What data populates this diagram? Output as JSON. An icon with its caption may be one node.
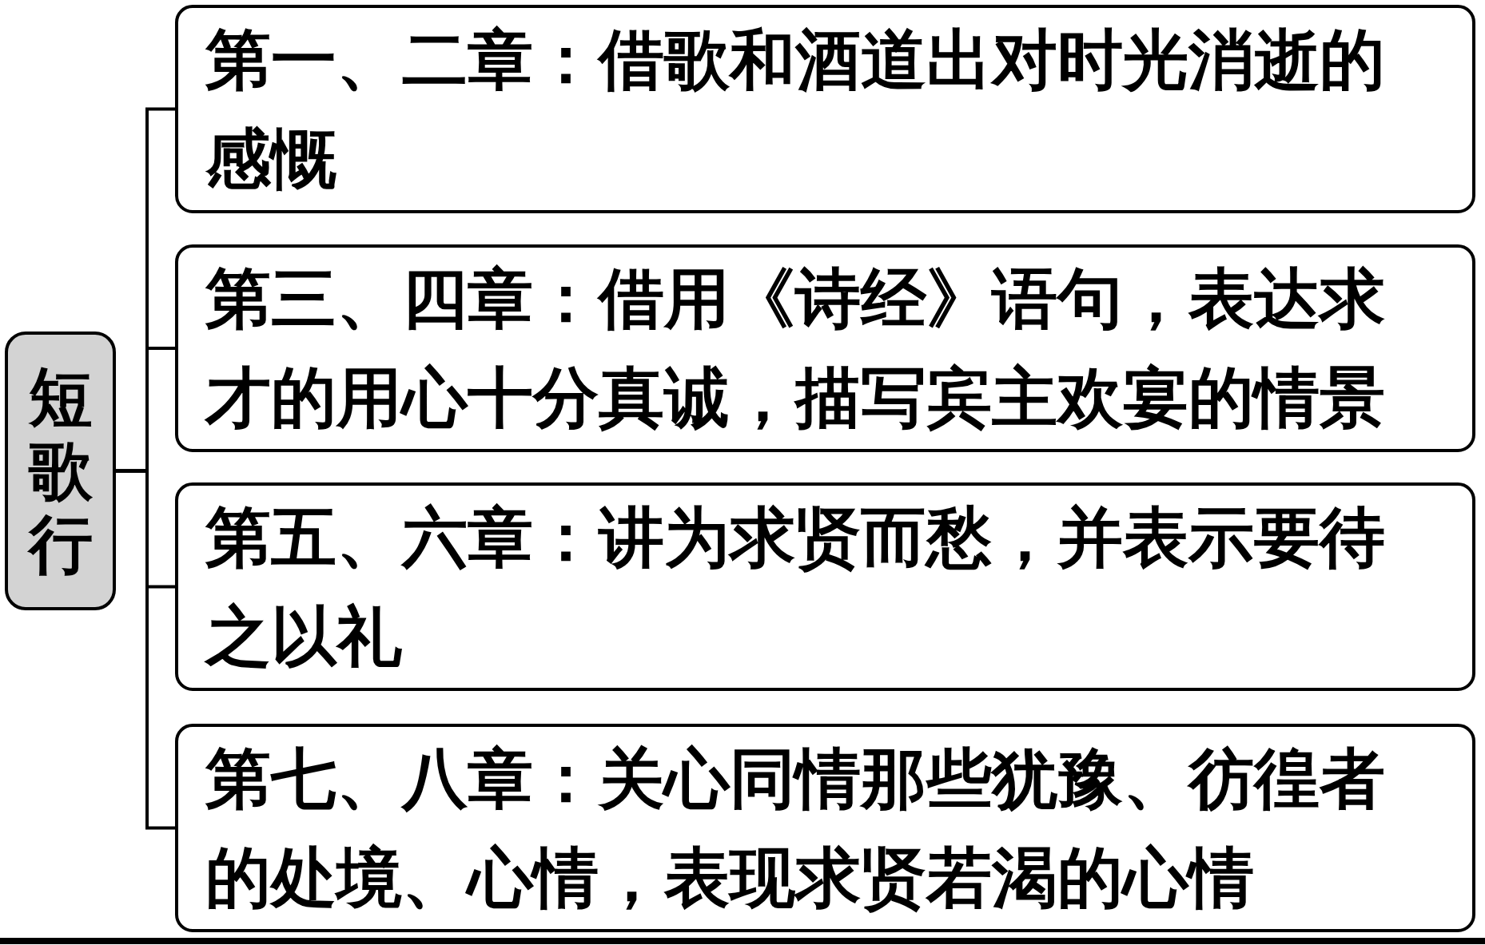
{
  "diagram": {
    "nodes": [
      {
        "text": [
          "短歌行"
        ]
      },
      {
        "text": [
          "第一、二章：借歌和酒道出对时光消逝的感慨"
        ]
      },
      {
        "text": [
          "第三、四章：借用《诗经》语句，表达求才的用心十分真诚，描写宾主欢宴的情景"
        ]
      },
      {
        "text": [
          "第五、六章：讲为求贤而愁，并表示要待之以礼"
        ]
      },
      {
        "text": [
          "第七、八章：关心同情那些犹豫、彷徨者的处境、心情，表现求贤若渴的心情"
        ]
      }
    ],
    "edges": [
      {
        "from": 0,
        "to": 1,
        "arrow": "none"
      },
      {
        "from": 0,
        "to": 2,
        "arrow": "none"
      },
      {
        "from": 0,
        "to": 3,
        "arrow": "none"
      },
      {
        "from": 0,
        "to": 4,
        "arrow": "none"
      }
    ]
  }
}
